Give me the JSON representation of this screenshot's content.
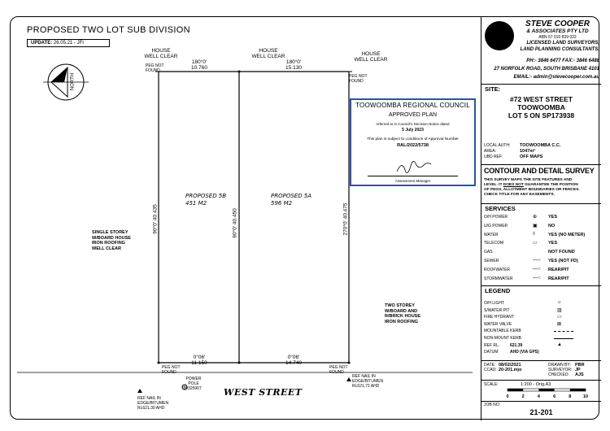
{
  "title": "PROPOSED TWO LOT SUB DIVISION",
  "update": {
    "label": "UPDATE:",
    "value": "26.05.21 - JFI"
  },
  "north": "NORTH",
  "houses": {
    "left": [
      "HOUSE",
      "WELL CLEAR"
    ],
    "mid": [
      "HOUSE",
      "WELL CLEAR"
    ],
    "right": [
      "HOUSE",
      "WELL CLEAR"
    ]
  },
  "peg_not_found": "PEG NOT FOUND",
  "top_bearings": [
    {
      "bearing": "180°0'",
      "dist": "10.760"
    },
    {
      "bearing": "180°0'",
      "dist": "15.130"
    }
  ],
  "bottom_bearings": [
    {
      "bearing": "0°06'",
      "dist": "11.150"
    },
    {
      "bearing": "0°06'",
      "dist": "14.740"
    }
  ],
  "side_bearings": {
    "left": "90°0' 40.435",
    "mid": "90°0' 40.450",
    "right": "270°0' 40.475"
  },
  "lots": [
    {
      "name": "PROPOSED 5B",
      "area": "451 M2"
    },
    {
      "name": "PROPOSED 5A",
      "area": "596 M2"
    }
  ],
  "left_house": [
    "SINGLE STOREY",
    "W/BOARD HOUSE",
    "IRON ROOFING",
    "WELL CLEAR"
  ],
  "right_house": [
    "TWO STOREY",
    "W/BOARD AND",
    "R/BRICK HOUSE",
    "IRON ROOFING"
  ],
  "power_pole": [
    "POWER",
    "POLE",
    "#325907"
  ],
  "ref_nail_left": [
    "REF NAIL IN",
    "EDGE/BITUMEN",
    "RL621.30 AHD"
  ],
  "ref_nail_right": [
    "REF NAIL IN",
    "EDGE/BITUMEN",
    "RL621.72 AHD"
  ],
  "street": "WEST STREET",
  "council": {
    "name": "TOOWOOMBA REGIONAL COUNCIL",
    "status": "APPROVED PLAN",
    "ref": "referred to in Council's Decision Notice dated",
    "date": "5 July 2023",
    "cond": "This plan is subject to conditions of Approval Number",
    "number": "RAL/2022/5738",
    "signer": "Assessment Manager"
  },
  "company": {
    "name": "STEVE COOPER",
    "sub": "& ASSOCIATES PTY LTD",
    "abn": "ABN 67 010 839 022",
    "line1": "LICENSED LAND SURVEYORS,",
    "line2": "LAND PLANNING CONSULTANTS.",
    "phone": "PH:- 3846 6477  FAX:- 3846 6488",
    "address": "27 NORFOLK ROAD, SOUTH BRISBANE 4101",
    "email": "EMAIL:- admin@stevecooper.com.au"
  },
  "site": {
    "heading": "SITE:",
    "lines": [
      "#72 WEST STREET",
      "TOOWOOMBA",
      "LOT 5 ON SP173938"
    ],
    "local_auth_label": "LOCAL AUTH:",
    "local_auth": "TOOWOOMBA C.C.",
    "area_label": "AREA:",
    "area": "1047m²",
    "ubd_label": "UBD REF:",
    "ubd": "OFF MAPS"
  },
  "contour": {
    "heading": "CONTOUR AND DETAIL SURVEY",
    "text1": "THIS SURVEY MAPS THE SITE FEATURES AND",
    "text2a": "LEVEL. IT ",
    "text2b": "DOES NOT",
    "text2c": " GUARANTEE THE POSITION",
    "text3": "OF PEGS, ALLOTMENT BOUNDARIES OR FENCES.",
    "text4": "CHECK TITLE FOR ANY EASEMENTS."
  },
  "services": {
    "heading": "SERVICES",
    "rows": [
      {
        "name": "O/H POWER",
        "sym": "⊕",
        "val": "YES"
      },
      {
        "name": "U/G POWER",
        "sym": "▣",
        "val": "NO"
      },
      {
        "name": "WATER",
        "sym": "◊",
        "val": "YES (NO METER)"
      },
      {
        "name": "TELECOM",
        "sym": "▭",
        "val": "YES"
      },
      {
        "name": "GAS",
        "sym": "",
        "val": "NOT FOUND"
      },
      {
        "name": "SEWER",
        "sym": "—○",
        "val": "YES (NOT FD)"
      },
      {
        "name": "ROOFWATER",
        "sym": "—○",
        "val": "REAR/PIT"
      },
      {
        "name": "STORMWATER",
        "sym": "—○",
        "val": "REAR/PIT"
      }
    ]
  },
  "legend": {
    "heading": "LEGEND",
    "rows": [
      {
        "name": "O/H LIGHT",
        "sym": "☼"
      },
      {
        "name": "S/WATER PIT",
        "sym": "▥"
      },
      {
        "name": "FIRE HYDRANT",
        "sym": "▭"
      },
      {
        "name": "WATER VALVE",
        "sym": "⊠"
      },
      {
        "name": "MOUNTABLE KERB",
        "sym": ""
      },
      {
        "name": "NON-MOUNT KERB",
        "sym": ""
      },
      {
        "name": "REF RL.",
        "sym": "▲",
        "val": "621.39"
      },
      {
        "name": "DATUM",
        "sym": "",
        "val": "AHD (VIA GPS)"
      }
    ]
  },
  "meta": {
    "date_label": "DATE:",
    "date": "08/02/2021",
    "ccad_label": "CCAD:",
    "ccad": "20-201.mjo",
    "drawn_label": "DRAWN BY:",
    "drawn": "PBR",
    "surveyor_label": "SURVEYOR:",
    "surveyor": "JP",
    "checked_label": "CHECKED:",
    "checked": "AJS",
    "scale_label": "SCALE:",
    "scale": "1:200 - Orig.A3",
    "scale_ticks": [
      "0",
      "2",
      "4",
      "6",
      "8",
      "10"
    ],
    "job_label": "JOB NO:",
    "job": "21-201"
  }
}
